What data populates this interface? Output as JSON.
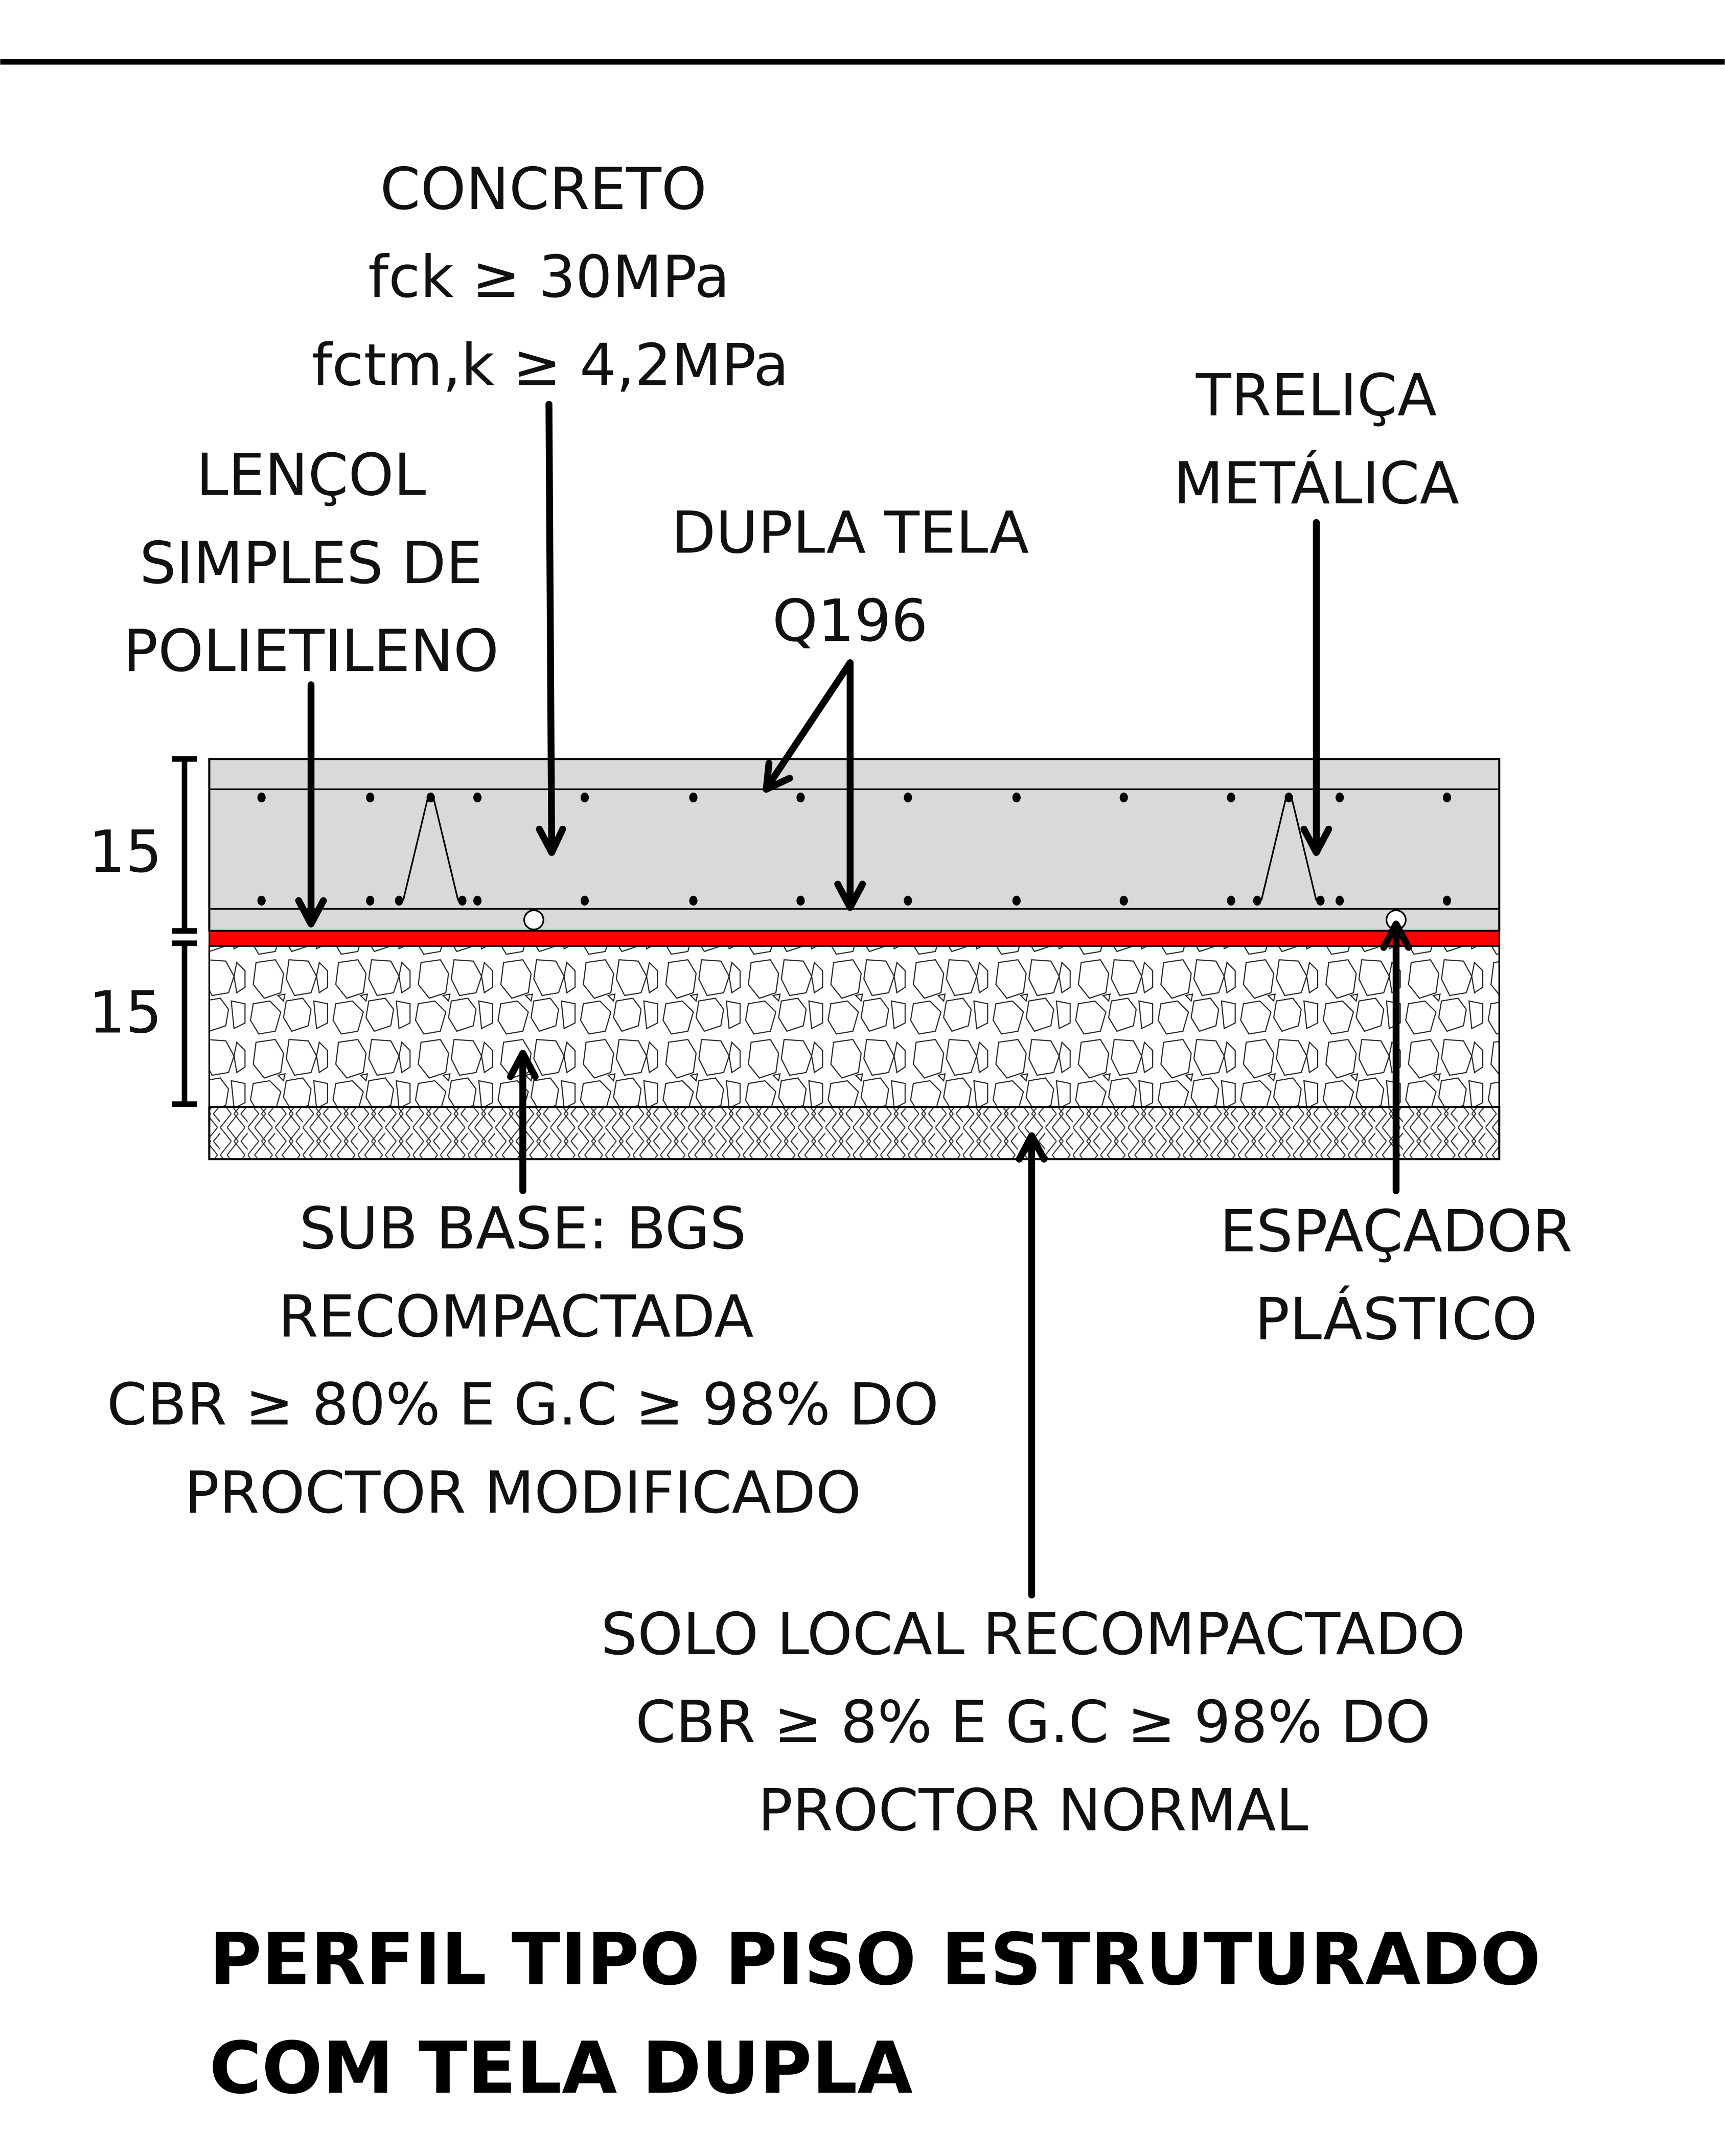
{
  "labels": {
    "concreto": [
      "CONCRETO",
      "fck ≥ 30MPa",
      "fctm,k ≥ 4,2MPa"
    ],
    "lencol": [
      "LENÇOL",
      "SIMPLES DE",
      "POLIETILENO"
    ],
    "dupla_tela": [
      "DUPLA TELA",
      "Q196"
    ],
    "trelica": [
      "TRELIÇA",
      "METÁLICA"
    ],
    "sub_base": [
      "SUB BASE: BGS",
      "RECOMPACTADA",
      "CBR ≥ 80% E G.C ≥ 98% DO",
      "PROCTOR MODIFICADO"
    ],
    "espacador": [
      "ESPAÇADOR",
      "PLÁSTICO"
    ],
    "solo": [
      "SOLO LOCAL RECOMPACTADO",
      "CBR ≥ 8% E G.C ≥ 98% DO",
      "PROCTOR NORMAL"
    ]
  },
  "dimensions": {
    "concrete_thickness": "15",
    "subbase_thickness": "15"
  },
  "title": [
    "PERFIL TIPO PISO ESTRUTURADO",
    "COM TELA DUPLA"
  ],
  "colors": {
    "concrete": "#d9d9d9",
    "membrane": "#ff0000",
    "line": "#000000"
  }
}
